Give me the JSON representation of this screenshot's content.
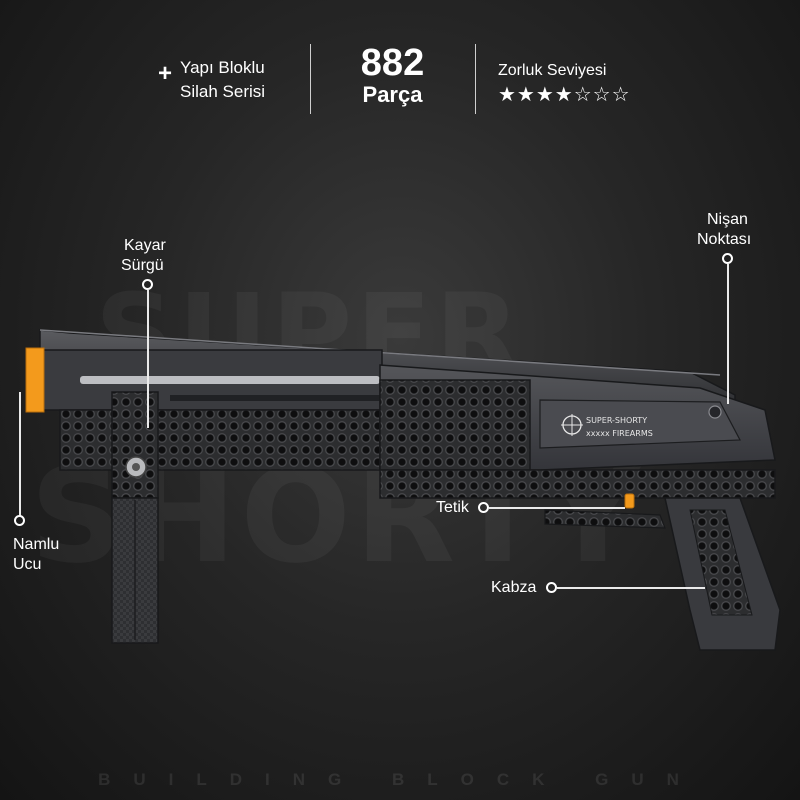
{
  "header": {
    "series_line1": "Yapı Bloklu",
    "series_line2": "Silah Serisi",
    "piece_count": "882",
    "piece_label": "Parça",
    "difficulty_label": "Zorluk Seviyesi",
    "difficulty_stars": "★★★★☆☆☆",
    "difficulty_rating": 4,
    "difficulty_max": 7
  },
  "background": {
    "word_top": "SUPER",
    "word_bottom": "SHORTY",
    "footer": "BUILDING BLOCK GUN"
  },
  "gun": {
    "plate_line1": "SUPER-SHORTY",
    "plate_line2": "xxxxx FIREARMS"
  },
  "callouts": {
    "slide": {
      "line1": "Kayar",
      "line2": "Sürgü"
    },
    "sight": {
      "line1": "Nişan",
      "line2": "Noktası"
    },
    "muzzle": {
      "line1": "Namlu",
      "line2": "Ucu"
    },
    "trigger": "Tetik",
    "grip": "Kabza"
  },
  "colors": {
    "accent": "#f39a1c",
    "gun_body": "#3d3e41",
    "gun_dark": "#1c1d1f",
    "text": "#ffffff"
  },
  "icons": {
    "plus": "+",
    "plate": "crosshair-icon"
  }
}
